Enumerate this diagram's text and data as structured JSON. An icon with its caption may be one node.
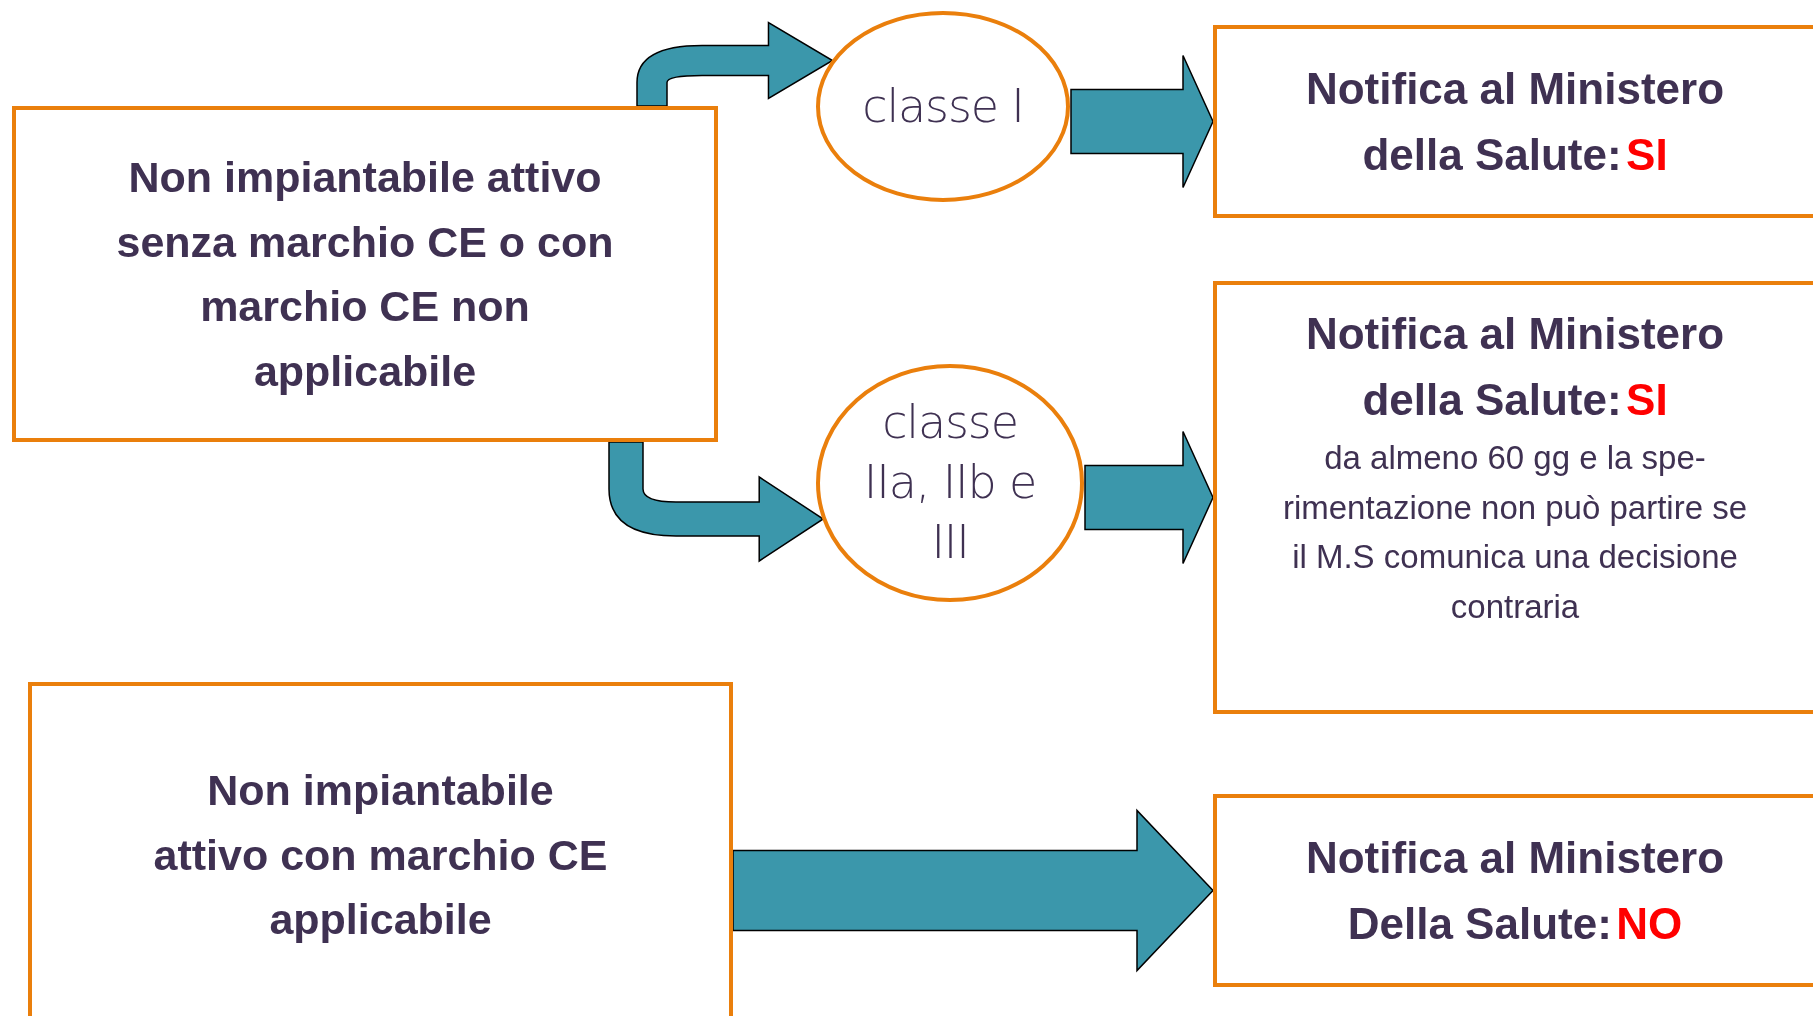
{
  "diagram": {
    "nodes": [
      {
        "text": [
          "Non impiantabile attivo senza marchio CE o con marchio CE non applicabile"
        ]
      },
      {
        "text": [
          "classe I"
        ]
      },
      {
        "text": [
          "Notifica al Ministero della Salute:",
          "SI"
        ]
      },
      {
        "text": [
          "classe IIa, IIb e III"
        ]
      },
      {
        "text": [
          "Notifica al Ministero della Salute:",
          "SI",
          "da almeno 60 gg e la spe- rimentazione non può partire se il M.S comunica una decisione contraria"
        ]
      },
      {
        "text": [
          "Non impiantabile attivo con marchio CE applicabile"
        ]
      },
      {
        "text": [
          "Notifica al Ministero Della Salute:",
          "NO"
        ]
      }
    ],
    "edges": [
      {
        "from": 0,
        "to": 1,
        "arrow": "to"
      },
      {
        "from": 0,
        "to": 3,
        "arrow": "to"
      },
      {
        "from": 1,
        "to": 2,
        "arrow": "to"
      },
      {
        "from": 3,
        "to": 4,
        "arrow": "to"
      },
      {
        "from": 5,
        "to": 6,
        "arrow": "to"
      }
    ]
  }
}
